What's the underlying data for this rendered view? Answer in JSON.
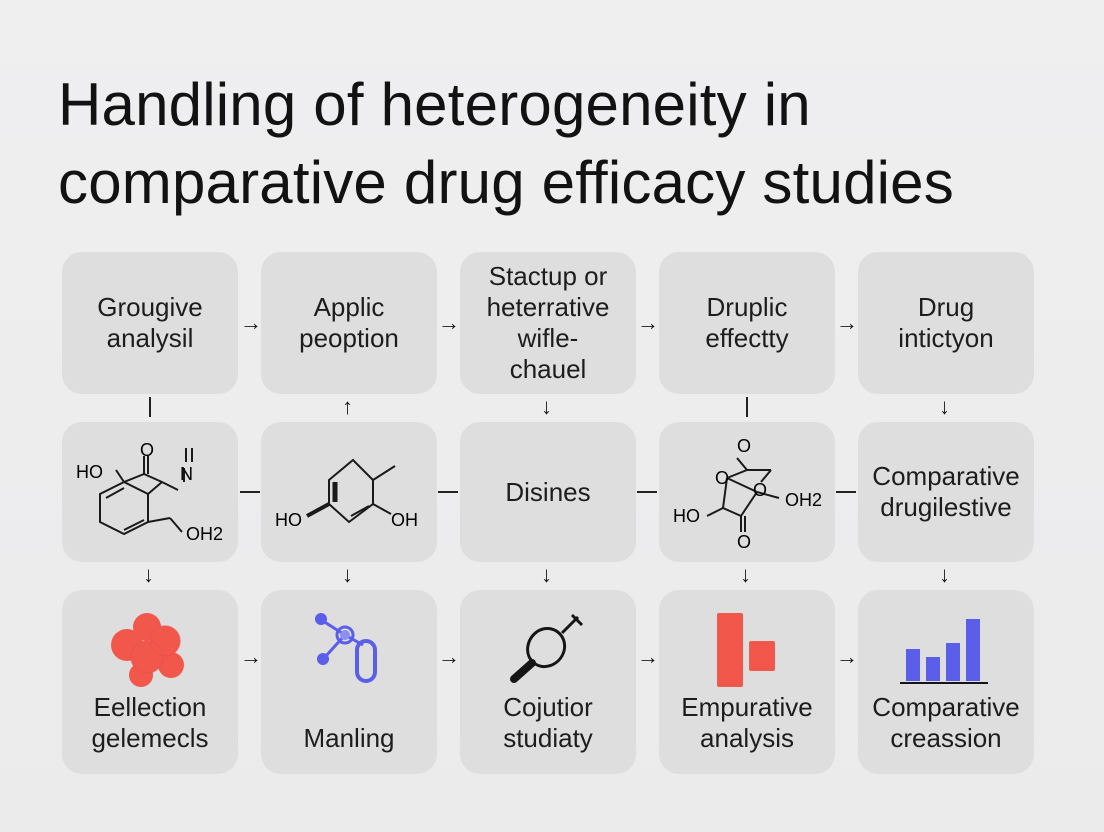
{
  "title": {
    "line1": "Handling of heterogeneity in",
    "line2": "comparative drug efficacy studies"
  },
  "row1": [
    {
      "label": "Grougive\nanalysil"
    },
    {
      "label": "Applic\npeoption"
    },
    {
      "label": "Stactup or\nheterrative\nwifle-\nchauel"
    },
    {
      "label": "Druplic\neffectty"
    },
    {
      "label": "Drug\nintictyon"
    }
  ],
  "row2": {
    "c3": "Disines",
    "c5": "Comparative\ndrugilestive",
    "chem1": {
      "o": "O",
      "n": "N",
      "ho": "HO",
      "oh2": "OH2"
    },
    "chem2": {
      "ho": "HO",
      "oh": "OH"
    },
    "chem4": {
      "o_top": "O",
      "o_mid": "O",
      "o_right": "O",
      "oh2": "OH2",
      "ho": "HO",
      "o_bot": "O"
    }
  },
  "row3": [
    {
      "label": "Eellection\ngelemecls",
      "icon": "red-cell-cluster-icon"
    },
    {
      "label": "Manling",
      "icon": "molecule-node-icon"
    },
    {
      "label": "Cojutior\nstudiaty",
      "icon": "magnifier-icon"
    },
    {
      "label": "Empurative\nanalysis",
      "icon": "red-bars-icon"
    },
    {
      "label": "Comparative\ncreassion",
      "icon": "bar-chart-icon"
    }
  ],
  "colors": {
    "red": "#f2574b",
    "blue": "#5a5ee8",
    "card": "#dededf",
    "bg": "#ebebec"
  }
}
